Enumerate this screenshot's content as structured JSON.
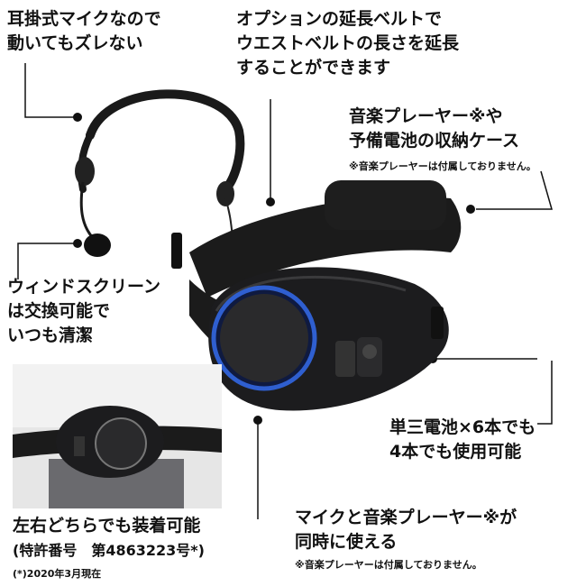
{
  "callouts": {
    "ear_mic": [
      "耳掛式マイクなので",
      "動いてもズレない"
    ],
    "belt": [
      "オプションの延長ベルトで",
      "ウエストベルトの長さを延長",
      "することができます"
    ],
    "storage": [
      "音楽プレーヤー※や",
      "予備電池の収納ケース"
    ],
    "storage_note": "※音楽プレーヤーは付属しておりません。",
    "windscreen": [
      "ウィンドスクリーン",
      "は交換可能で",
      "いつも清潔"
    ],
    "battery": [
      "単三電池×6本でも",
      "4本でも使用可能"
    ],
    "wear": "左右どちらでも装着可能",
    "patent": "(特許番号　第4863223号*)",
    "patent_note": "(*)2020年3月現在",
    "mic_player": [
      "マイクと音楽プレーヤー※が",
      "同時に使える"
    ],
    "mic_player_note": "※音楽プレーヤーは付属しておりません。"
  },
  "colors": {
    "text": "#111111",
    "product_body": "#1c1c1e",
    "accent_ring": "#2f5fd0",
    "speaker_grille": "#2a2a2c"
  }
}
